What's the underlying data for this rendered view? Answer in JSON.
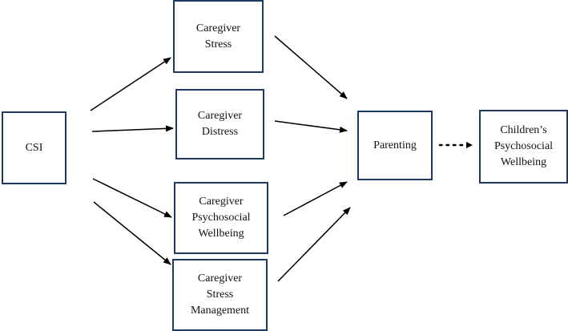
{
  "diagram": {
    "nodes": {
      "csi": "CSI",
      "stress": "Caregiver\nStress",
      "distress": "Caregiver\nDistress",
      "wellbeing": "Caregiver\nPsychosocial\nWellbeing",
      "management": "Caregiver\nStress\nManagement",
      "parenting": "Parenting",
      "children": "Children’s\nPsychosocial\nWellbeing"
    },
    "edges": [
      {
        "from": "CSI",
        "to": "Caregiver Stress",
        "style": "solid"
      },
      {
        "from": "CSI",
        "to": "Caregiver Distress",
        "style": "solid"
      },
      {
        "from": "CSI",
        "to": "Caregiver Psychosocial Wellbeing",
        "style": "solid"
      },
      {
        "from": "CSI",
        "to": "Caregiver Stress Management",
        "style": "solid"
      },
      {
        "from": "Caregiver Stress",
        "to": "Parenting",
        "style": "solid"
      },
      {
        "from": "Caregiver Distress",
        "to": "Parenting",
        "style": "solid"
      },
      {
        "from": "Caregiver Psychosocial Wellbeing",
        "to": "Parenting",
        "style": "solid"
      },
      {
        "from": "Caregiver Stress Management",
        "to": "Parenting",
        "style": "solid"
      },
      {
        "from": "Parenting",
        "to": "Children’s Psychosocial Wellbeing",
        "style": "dotted"
      }
    ],
    "colors": {
      "box_border": "#1f3864",
      "arrow": "#000000"
    }
  }
}
